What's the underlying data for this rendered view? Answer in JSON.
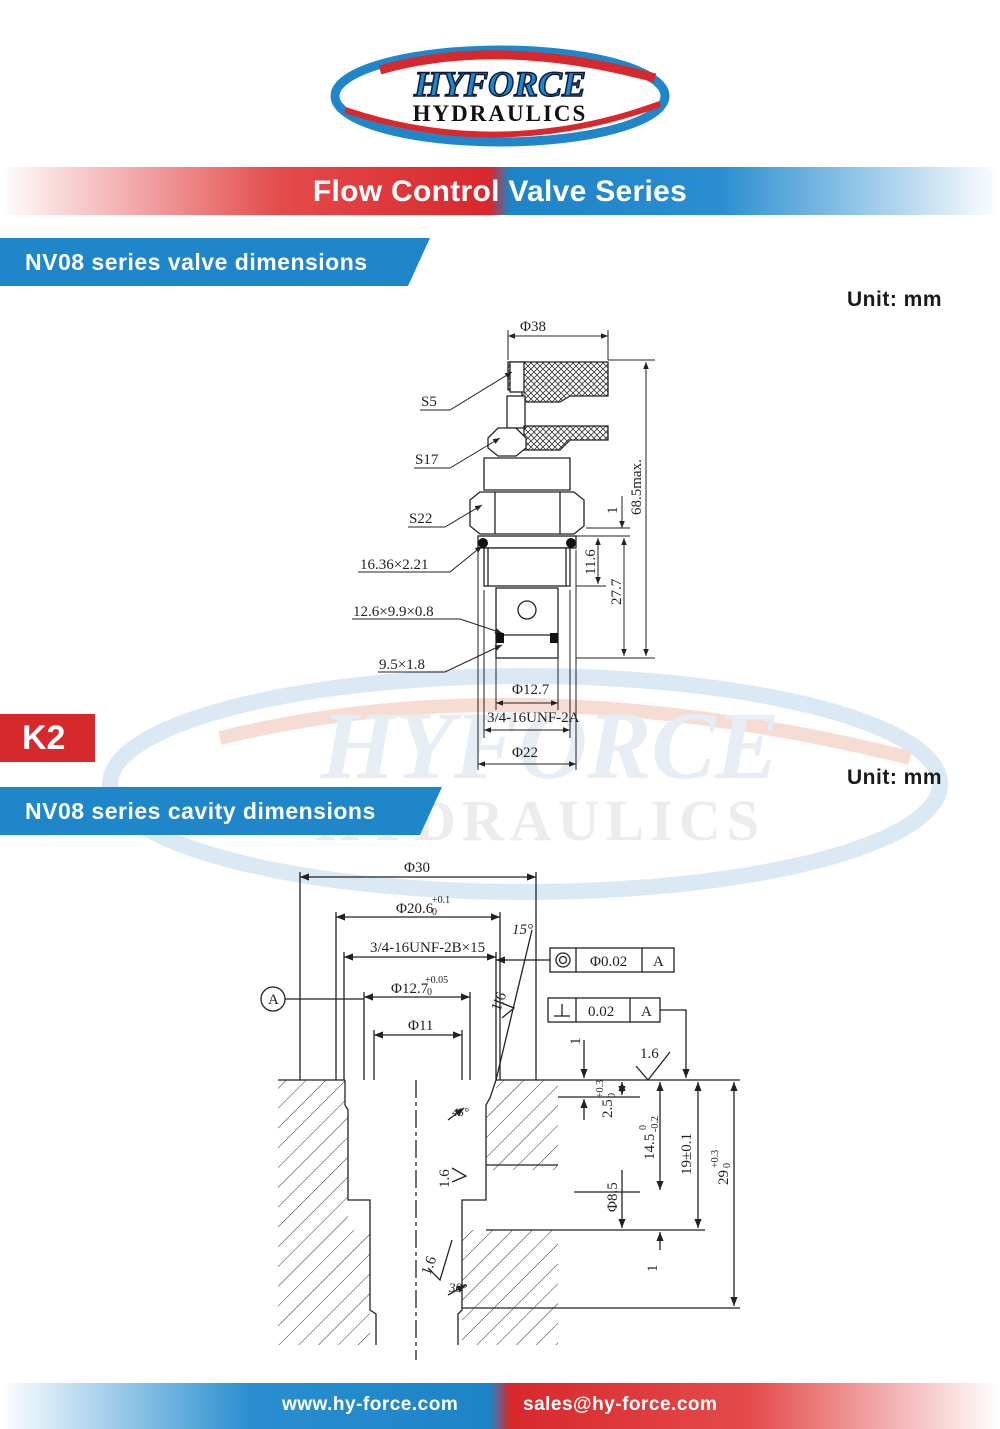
{
  "logo": {
    "line1": "HYFORCE",
    "line2": "HYDRAULICS"
  },
  "banner_title": "Flow Control Valve Series",
  "section1": {
    "title": "NV08 series valve dimensions",
    "unit": "Unit: mm"
  },
  "section2": {
    "title": "NV08 series cavity dimensions",
    "unit": "Unit: mm"
  },
  "badge": "K2",
  "valve_labels": {
    "phi38": "Φ38",
    "s5": "S5",
    "s17": "S17",
    "s22": "S22",
    "oring1": "16.36×2.21",
    "ring2": "12.6×9.9×0.8",
    "oring3": "9.5×1.8",
    "d1": "1",
    "d11_6": "11.6",
    "d27_7": "27.7",
    "d68_5": "68.5max.",
    "phi12_7": "Φ12.7",
    "thread": "3/4-16UNF-2A",
    "phi22": "Φ22"
  },
  "cavity_labels": {
    "phi30": "Φ30",
    "phi20_6": "Φ20.6",
    "phi20_6_tol_up": "+0.1",
    "phi20_6_tol_low": "0",
    "thread": "3/4-16UNF-2B×15",
    "angle15": "15°",
    "phi12_7": "Φ12.7",
    "phi12_7_tol_up": "+0.05",
    "phi12_7_tol_low": "0",
    "phi11": "Φ11",
    "datum": "A",
    "conc_value": "Φ0.02",
    "conc_datum": "A",
    "perp_value": "0.02",
    "perp_datum": "A",
    "rough": "1.6",
    "d1": "1",
    "d2_5": "2.5",
    "d2_5_tol_up": "+0.3",
    "d2_5_tol_low": "0",
    "d14_5": "14.5",
    "d14_5_tol_up": "0",
    "d14_5_tol_low": "-0.2",
    "d19": "19±0.1",
    "d29": "29",
    "d29_tol_up": "+0.3",
    "d29_tol_low": "0",
    "phi8_5": "Φ8.5",
    "angle45": "45°",
    "angle30": "30°"
  },
  "footer": {
    "website": "www.hy-force.com",
    "email": "sales@hy-force.com"
  },
  "colors": {
    "blue": "#1f87c9",
    "red": "#d7282c"
  }
}
